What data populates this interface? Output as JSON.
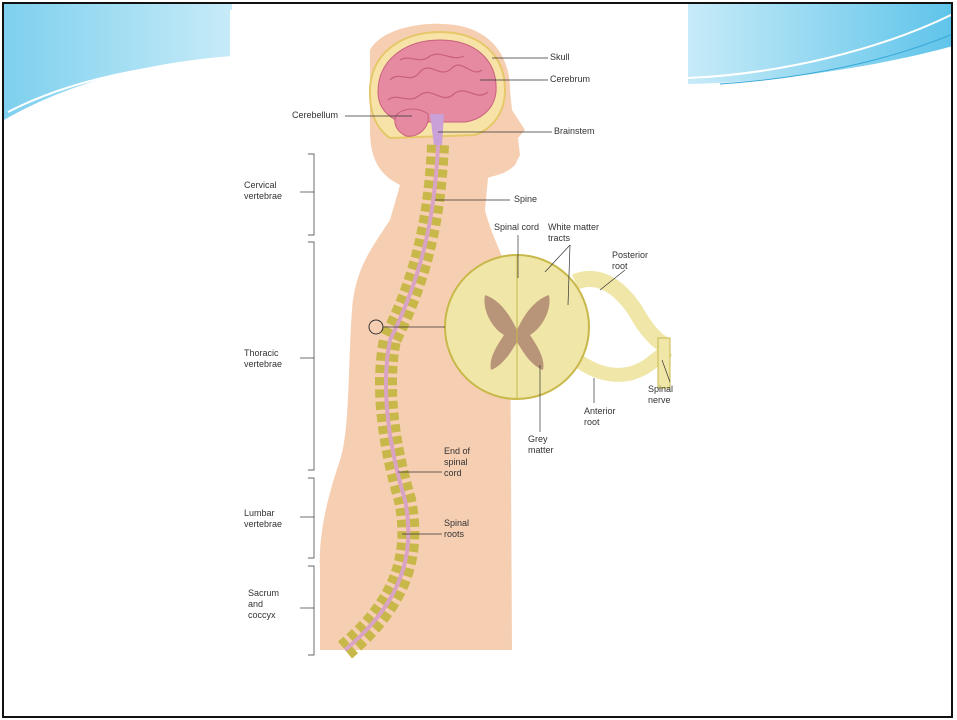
{
  "slide": {
    "background": "#ffffff",
    "wave_color": "#5fc4ea",
    "frame_color": "#111111"
  },
  "diagram": {
    "labels": {
      "skull": "Skull",
      "cerebrum": "Cerebrum",
      "cerebellum": "Cerebellum",
      "brainstem": "Brainstem",
      "cervical": "Cervical\nvertebrae",
      "spine": "Spine",
      "spinal_cord": "Spinal cord",
      "white_matter": "White matter\ntracts",
      "posterior_root": "Posterior\nroot",
      "thoracic": "Thoracic\nvertebrae",
      "spinal_nerve": "Spinal\nnerve",
      "anterior_root": "Anterior\nroot",
      "grey_matter": "Grey\nmatter",
      "end_of_cord": "End of\nspinal\ncord",
      "lumbar": "Lumbar\nvertebrae",
      "spinal_roots": "Spinal\nroots",
      "sacrum": "Sacrum\nand\ncoccyx"
    },
    "colors": {
      "skin": "#f6cfb3",
      "brain": "#e58aa0",
      "vertebra": "#c8b84a",
      "cord": "#d9a3c4",
      "cross_section": "#f0e6a8",
      "grey_matter": "#b89478"
    }
  }
}
